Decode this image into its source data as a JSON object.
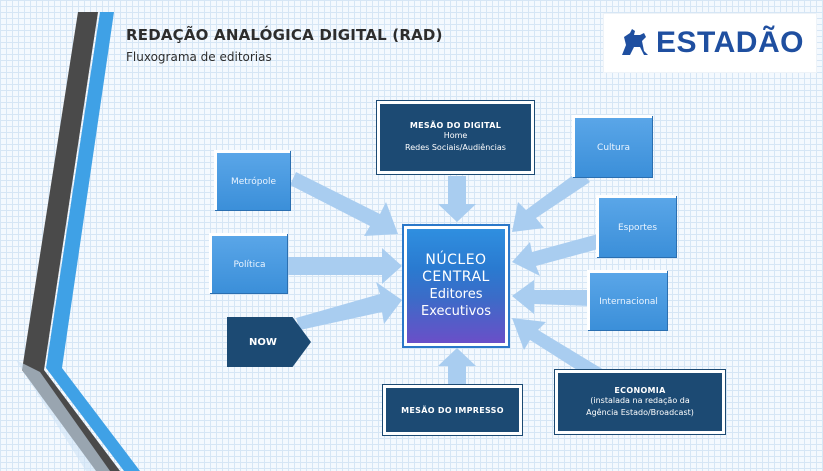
{
  "header": {
    "title": "REDAÇÃO ANALÓGICA DIGITAL (RAD)",
    "subtitle": "Fluxograma de editorias"
  },
  "logo": {
    "text": "ESTADÃO",
    "icon": "horse-rider-icon"
  },
  "center": {
    "line1": "NÚCLEO",
    "line2": "CENTRAL",
    "line3": "Editores",
    "line4": "Executivos"
  },
  "nodes": {
    "mesao_digital": {
      "title": "MESÃO DO DIGITAL",
      "line1": "Home",
      "line2": "Redes Sociais/Audiências"
    },
    "metropole": "Metrópole",
    "politica": "Política",
    "now": "NOW",
    "cultura": "Cultura",
    "esportes": "Esportes",
    "internacional": "Internacional",
    "mesao_impresso": "MESÃO DO IMPRESSO",
    "economia": {
      "title": "ECONOMIA",
      "line1": "(instalada na redação da",
      "line2": "Agência Estado/Broadcast)"
    }
  },
  "colors": {
    "dark_box": "#1c4a73",
    "light_box": "#3b8fd9",
    "arrow": "#a9cdf0",
    "logo_blue": "#1f4fa0"
  }
}
